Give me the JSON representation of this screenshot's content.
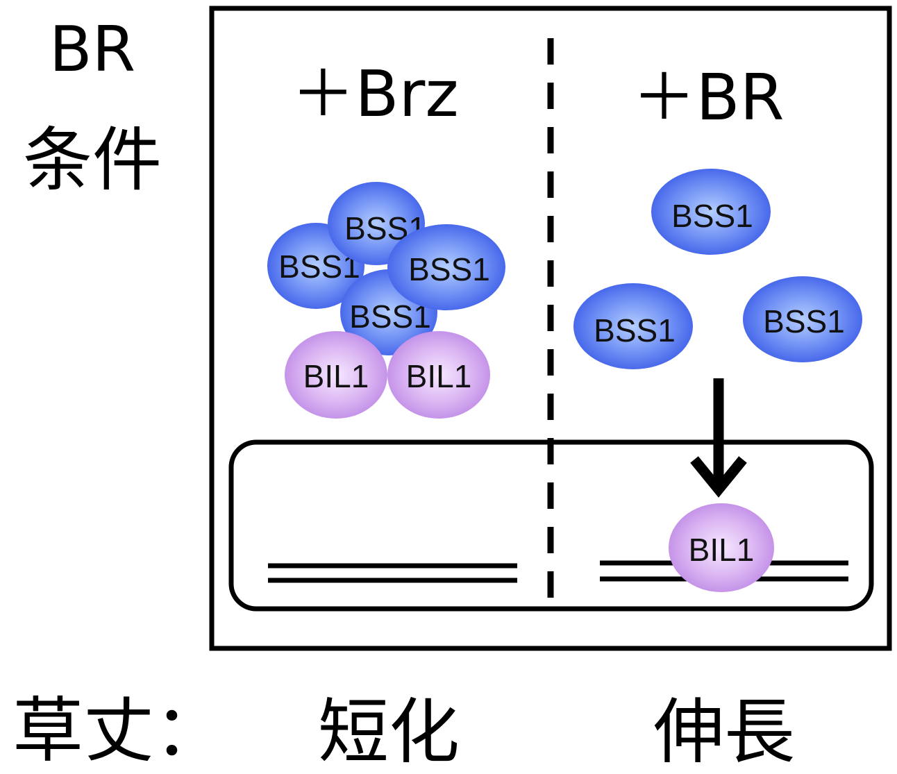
{
  "condition_label": {
    "line1": "BR",
    "line2": "条件"
  },
  "left_panel": {
    "title": "＋Brz",
    "proteins": [
      "BSS1",
      "BSS1",
      "BSS1",
      "BSS1",
      "BIL1",
      "BIL1"
    ]
  },
  "right_panel": {
    "title": "＋BR",
    "proteins": [
      "BSS1",
      "BSS1",
      "BSS1",
      "BIL1"
    ]
  },
  "phenotype": {
    "label": "草丈：",
    "left_result": "短化",
    "right_result": "伸長"
  },
  "colors": {
    "bss1": "#4a6ff0",
    "bss1_highlight": "#a9c6ff",
    "bil1": "#c79ae8",
    "bil1_highlight": "#f3e2ff",
    "line": "#000000"
  }
}
